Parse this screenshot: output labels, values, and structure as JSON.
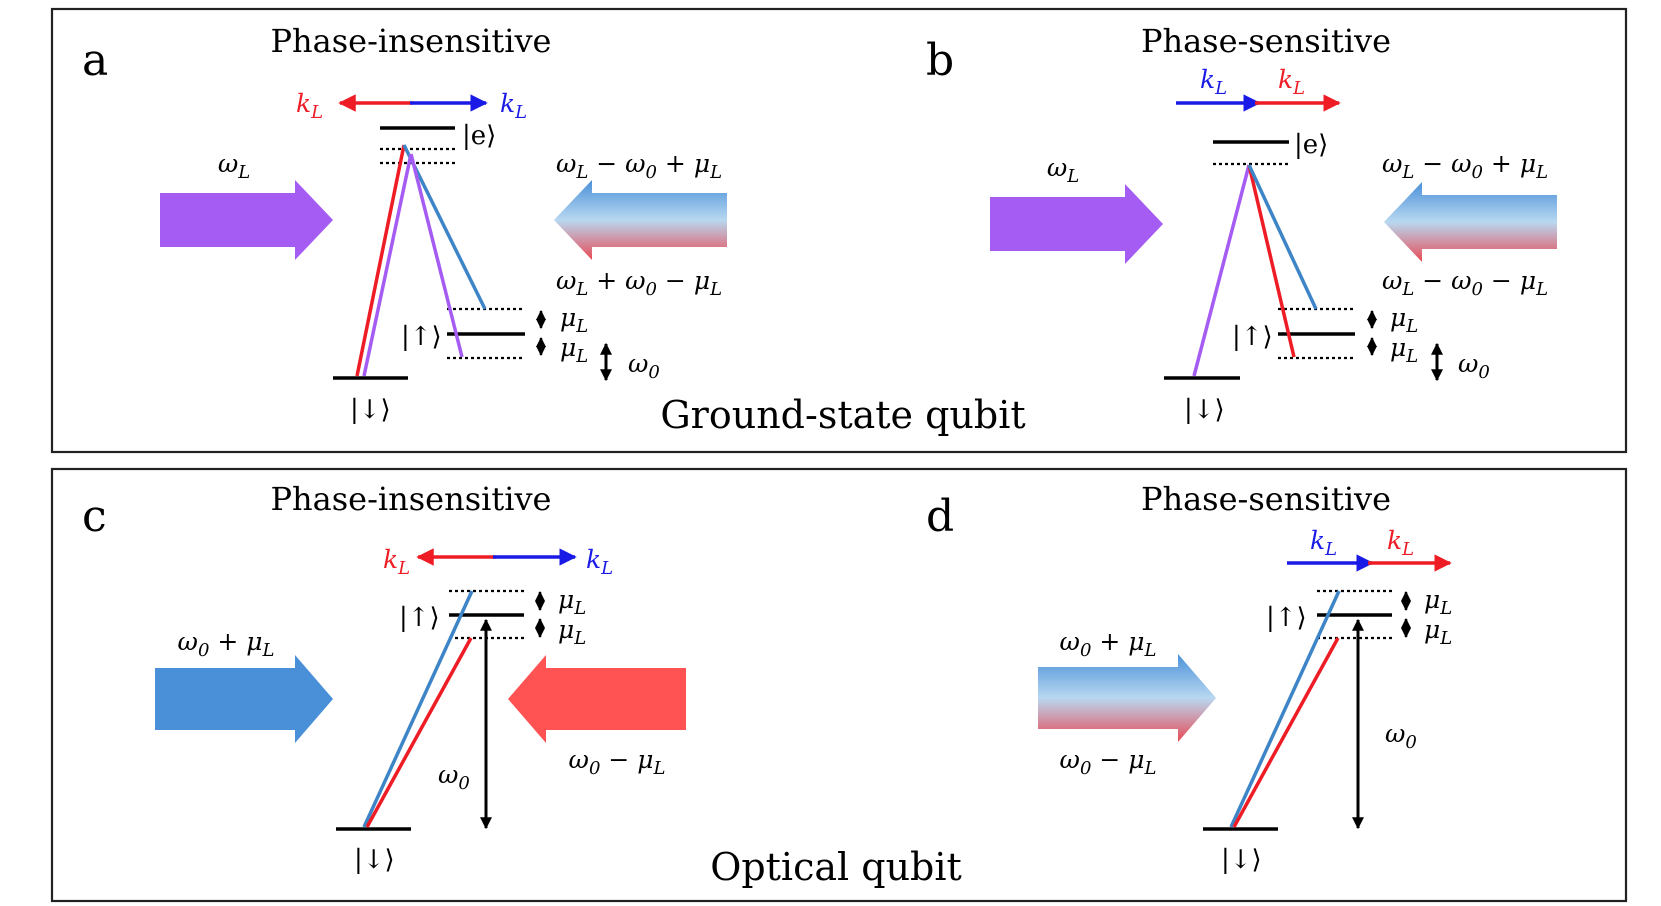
{
  "sections": [
    {
      "caption": "Ground-state qubit"
    },
    {
      "caption": "Optical qubit"
    }
  ],
  "panels": {
    "a": {
      "letter": "a",
      "title": "Phase-insensitive",
      "kl_left": "k_L",
      "kl_right": "k_L",
      "excited": "|e⟩",
      "up": "|↑⟩",
      "down": "|↓⟩",
      "beam_left": "ω_L",
      "beam_right_top": "ω_L − ω_0 + μ_L",
      "beam_right_bottom": "ω_L + ω_0 − μ_L",
      "mu_top": "μ_L",
      "mu_bottom": "μ_L",
      "omega0": "ω_0"
    },
    "b": {
      "letter": "b",
      "title": "Phase-sensitive",
      "kl_left": "k_L",
      "kl_right": "k_L",
      "excited": "|e⟩",
      "up": "|↑⟩",
      "down": "|↓⟩",
      "beam_left": "ω_L",
      "beam_right_top": "ω_L − ω_0 + μ_L",
      "beam_right_bottom": "ω_L − ω_0 − μ_L",
      "mu_top": "μ_L",
      "mu_bottom": "μ_L",
      "omega0": "ω_0"
    },
    "c": {
      "letter": "c",
      "title": "Phase-insensitive",
      "kl_left": "k_L",
      "kl_right": "k_L",
      "up": "|↑⟩",
      "down": "|↓⟩",
      "beam_left": "ω_0 + μ_L",
      "beam_right": "ω_0 − μ_L",
      "mu_top": "μ_L",
      "mu_bottom": "μ_L",
      "omega0": "ω_0"
    },
    "d": {
      "letter": "d",
      "title": "Phase-sensitive",
      "kl_left": "k_L",
      "kl_right": "k_L",
      "up": "|↑⟩",
      "down": "|↓⟩",
      "beam_top": "ω_0 + μ_L",
      "beam_bottom": "ω_0 − μ_L",
      "mu_top": "μ_L",
      "mu_bottom": "μ_L",
      "omega0": "ω_0"
    }
  },
  "colors": {
    "red": "#ee1c25",
    "blue": "#1a1ae6",
    "purple": "#a55cf2",
    "line_blue": "#3d85c6",
    "beam_blue": "#4a90d9",
    "beam_red": "#ff5252"
  }
}
